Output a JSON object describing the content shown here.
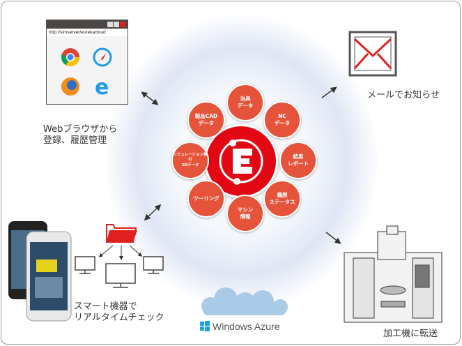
{
  "browser": {
    "url": "http://simserver/eurekacloud",
    "caption": "Webブラウザから\n登録、履歴管理"
  },
  "mail": {
    "caption": "メールでお知らせ"
  },
  "mobile": {
    "caption": "スマート機器で\nリアルタイムチェック"
  },
  "machine": {
    "caption": "加工機に転送"
  },
  "cloud": {
    "label": "Windows Azure"
  },
  "bubbles": [
    "治具\nデータ",
    "NC\nデータ",
    "結果\nレポート",
    "履歴\nステータス",
    "マシン\n情報",
    "ツーリング",
    "シミュレーション後の\n3Dデータ",
    "製品CAD\nデータ"
  ],
  "colors": {
    "accent": "#e5533a",
    "logo": "#e30613"
  }
}
